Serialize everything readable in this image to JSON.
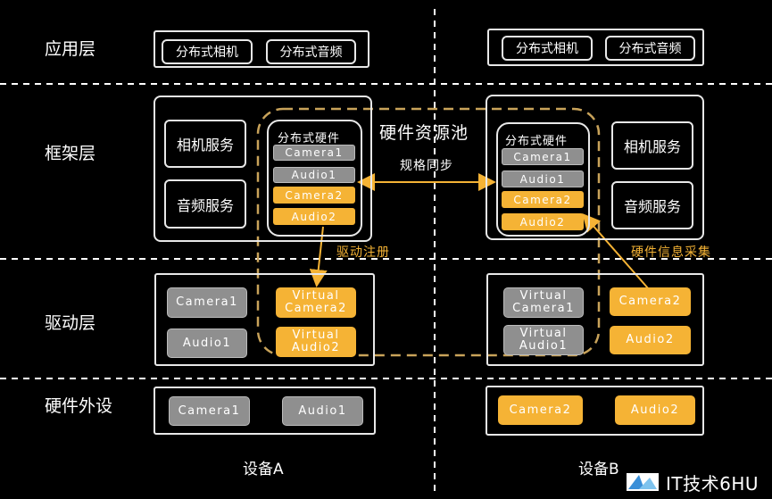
{
  "layers": {
    "app": "应用层",
    "framework": "框架层",
    "driver": "驱动层",
    "hardware": "硬件外设"
  },
  "app_layer": {
    "a": [
      "分布式相机",
      "分布式音频"
    ],
    "b": [
      "分布式相机",
      "分布式音频"
    ]
  },
  "framework": {
    "pool_title": "硬件资源池",
    "hw_title": "分布式硬件",
    "a_services": [
      "相机服务",
      "音频服务"
    ],
    "b_services": [
      "相机服务",
      "音频服务"
    ],
    "a_chips": [
      "Camera1",
      "Audio1",
      "Camera2",
      "Audio2"
    ],
    "b_chips": [
      "Camera1",
      "Audio1",
      "Camera2",
      "Audio2"
    ]
  },
  "driver": {
    "a_gray": [
      "Camera1",
      "Audio1"
    ],
    "a_virtual": [
      [
        "Virtual",
        "Camera2"
      ],
      [
        "Virtual",
        "Audio2"
      ]
    ],
    "b_virtual": [
      [
        "Virtual",
        "Camera1"
      ],
      [
        "Virtual",
        "Audio1"
      ]
    ],
    "b_orange": [
      "Camera2",
      "Audio2"
    ]
  },
  "hardware": {
    "a": [
      "Camera1",
      "Audio1"
    ],
    "b": [
      "Camera2",
      "Audio2"
    ]
  },
  "notes": {
    "spec_sync": "规格同步",
    "driver_reg": "驱动注册",
    "hw_info": "硬件信息采集"
  },
  "devices": {
    "a": "设备A",
    "b": "设备B"
  },
  "watermark": {
    "text": "IT技术6HU"
  },
  "colors": {
    "orange": "#f5b335",
    "gray": "#8f8f8f",
    "background": "#000000"
  }
}
